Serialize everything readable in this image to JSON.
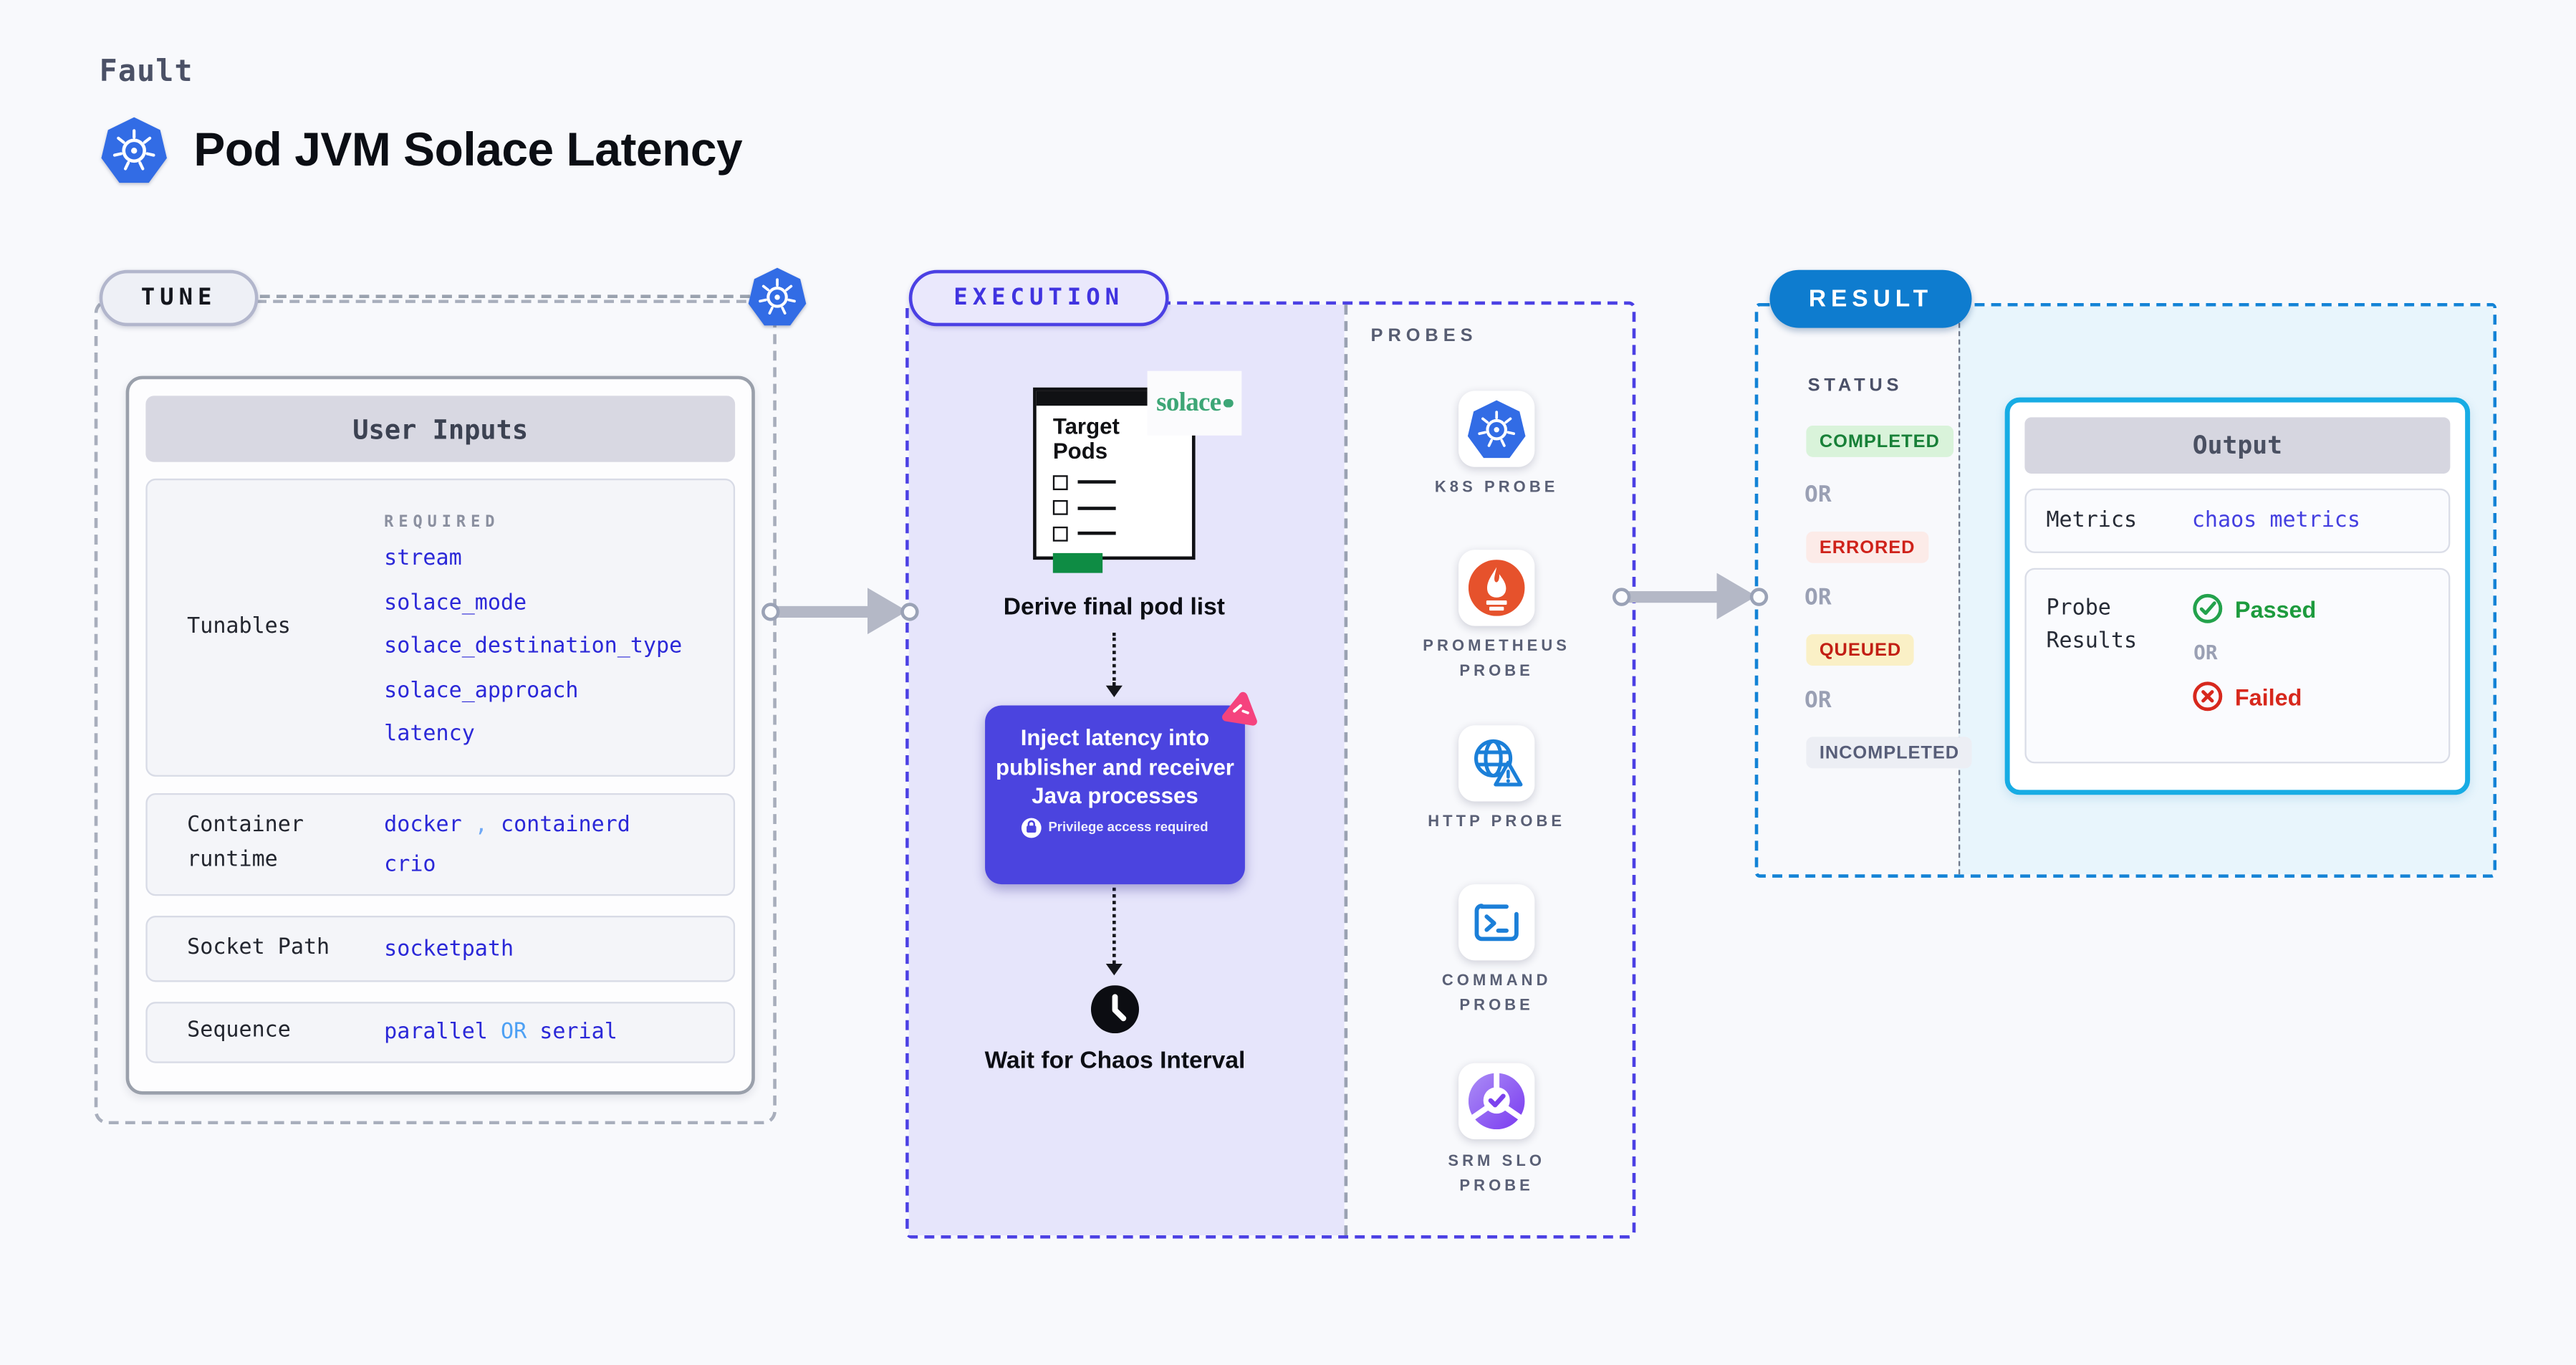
{
  "header": {
    "eyebrow": "Fault",
    "title": "Pod JVM Solace Latency"
  },
  "tune": {
    "badge": "TUNE",
    "user_inputs": {
      "title": "User Inputs",
      "tunables": {
        "label": "Tunables",
        "required_label": "REQUIRED",
        "values": [
          "stream",
          "solace_mode",
          "solace_destination_type",
          "solace_approach",
          "latency"
        ]
      },
      "container_runtime": {
        "label": "Container runtime",
        "values": [
          "docker",
          "containerd",
          "crio"
        ],
        "separator": ","
      },
      "socket_path": {
        "label": "Socket Path",
        "value": "socketpath"
      },
      "sequence": {
        "label": "Sequence",
        "option1": "parallel",
        "or": "OR",
        "option2": "serial"
      }
    }
  },
  "execution": {
    "badge": "EXECUTION",
    "target_pods_title": "Target Pods",
    "solace_logo": "solace",
    "derive_step": "Derive final pod list",
    "inject_step": {
      "text": "Inject latency into publisher and receiver Java processes",
      "note": "Privilege access required"
    },
    "wait_step": "Wait for Chaos Interval",
    "probes": {
      "label": "PROBES",
      "items": [
        {
          "label": "K8S PROBE",
          "icon": "kubernetes-icon"
        },
        {
          "label": "PROMETHEUS PROBE",
          "icon": "prometheus-icon"
        },
        {
          "label": "HTTP PROBE",
          "icon": "http-globe-warning-icon"
        },
        {
          "label": "COMMAND PROBE",
          "icon": "terminal-icon"
        },
        {
          "label": "SRM SLO PROBE",
          "icon": "slo-pie-check-icon"
        }
      ]
    }
  },
  "result": {
    "badge": "RESULT",
    "status": {
      "label": "STATUS",
      "or": "OR",
      "completed": "COMPLETED",
      "errored": "ERRORED",
      "queued": "QUEUED",
      "incompleted": "INCOMPLETED"
    },
    "output": {
      "title": "Output",
      "metrics_label": "Metrics",
      "metrics_value": "chaos metrics",
      "probe_results_label": "Probe Results",
      "passed": "Passed",
      "or": "OR",
      "failed": "Failed"
    }
  },
  "colors": {
    "kubernetes_blue": "#326ce5",
    "execution_indigo": "#4b40e4",
    "inject_purple": "#4b44df",
    "result_blue": "#0e7ccf",
    "output_cyan": "#17ace4",
    "value_blue": "#2b28d8",
    "or_blue": "#4da0f4",
    "success_green": "#188038",
    "error_red": "#cf221a",
    "solace_green": "#3da676",
    "chaos_pink": "#f5437e"
  }
}
